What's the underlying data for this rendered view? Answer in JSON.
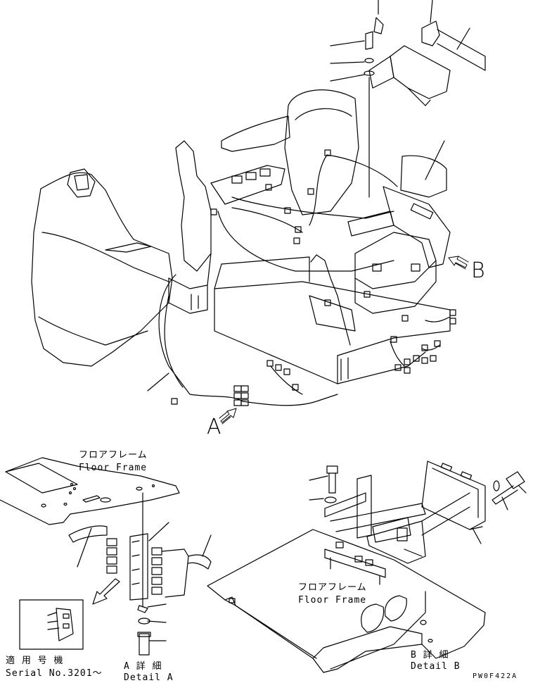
{
  "callouts": {
    "view_a": "A",
    "view_b": "B"
  },
  "detail_a": {
    "frame_jp": "フロアフレーム",
    "frame_en": "Floor Frame",
    "title_jp": "A 詳 細",
    "title_en": "Detail A",
    "serial_jp": "適 用 号 機",
    "serial_en": "Serial No.3201～"
  },
  "detail_b": {
    "frame_jp": "フロアフレーム",
    "frame_en": "Floor Frame",
    "title_jp": "B 詳 細",
    "title_en": "Detail B"
  },
  "drawing_code": "PW0F422A"
}
